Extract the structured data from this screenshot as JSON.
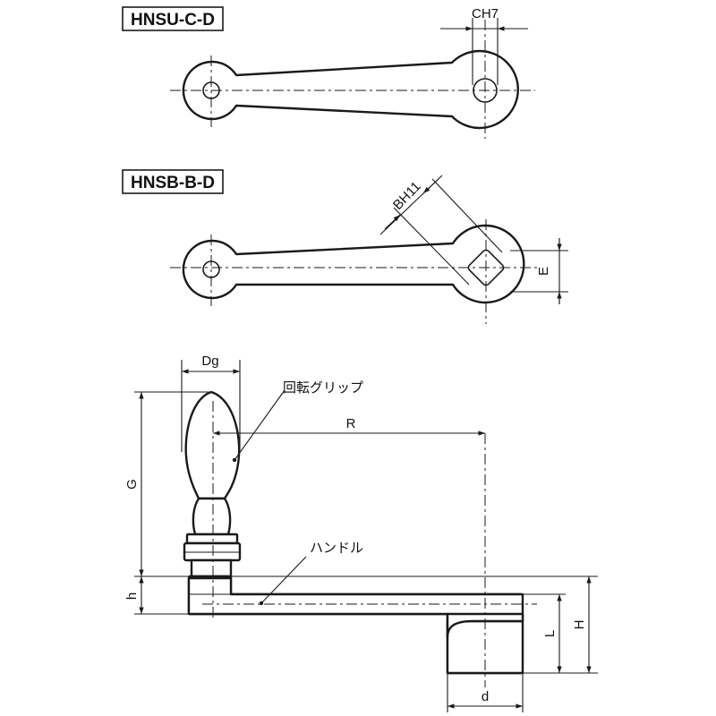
{
  "views": {
    "top": {
      "title": "HNSU-C-D",
      "bore_label": "CH7"
    },
    "middle": {
      "title": "HNSB-B-D",
      "square_label": "BH11",
      "e_label": "E"
    },
    "side": {
      "dg_label": "Dg",
      "g_label": "G",
      "h_small_label": "h",
      "r_label": "R",
      "l_label": "L",
      "h_big_label": "H",
      "d_label": "d",
      "grip_callout": "回転グリップ",
      "handle_callout": "ハンドル"
    }
  },
  "colors": {
    "line": "#1a1a1a",
    "background": "#ffffff"
  }
}
